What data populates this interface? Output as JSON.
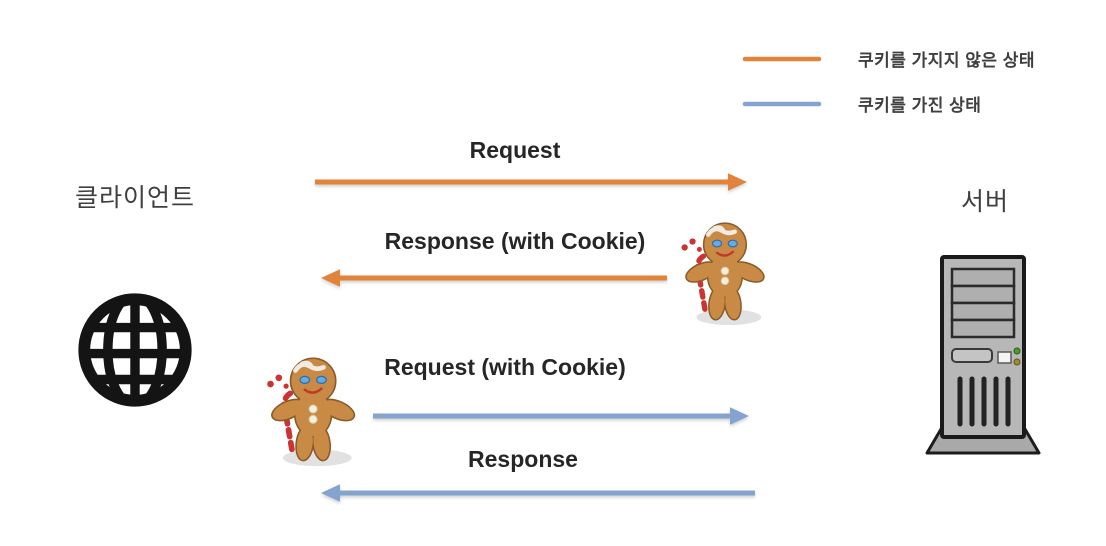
{
  "legend": {
    "items": [
      {
        "label": "쿠키를 가지지 않은 상태",
        "color": "#E2833C",
        "swatch": "orange-line"
      },
      {
        "label": "쿠키를 가진 상태",
        "color": "#84A3CE",
        "swatch": "blue-line"
      }
    ]
  },
  "actors": {
    "client": {
      "label": "클라이언트",
      "icon": "globe-icon"
    },
    "server": {
      "label": "서버",
      "icon": "server-tower-icon"
    }
  },
  "messages": [
    {
      "label": "Request",
      "from": "client",
      "to": "server",
      "color": "#E2833C",
      "cookie_icon": false
    },
    {
      "label": "Response (with Cookie)",
      "from": "server",
      "to": "client",
      "color": "#E2833C",
      "cookie_icon": true
    },
    {
      "label": "Request (with Cookie)",
      "from": "client",
      "to": "server",
      "color": "#84A3CE",
      "cookie_icon": true
    },
    {
      "label": "Response",
      "from": "server",
      "to": "client",
      "color": "#84A3CE",
      "cookie_icon": false
    }
  ],
  "colors": {
    "no_cookie_state": "#E2833C",
    "has_cookie_state": "#84A3CE",
    "message_text": "#262626",
    "actor_text": "#3F3F3F"
  }
}
